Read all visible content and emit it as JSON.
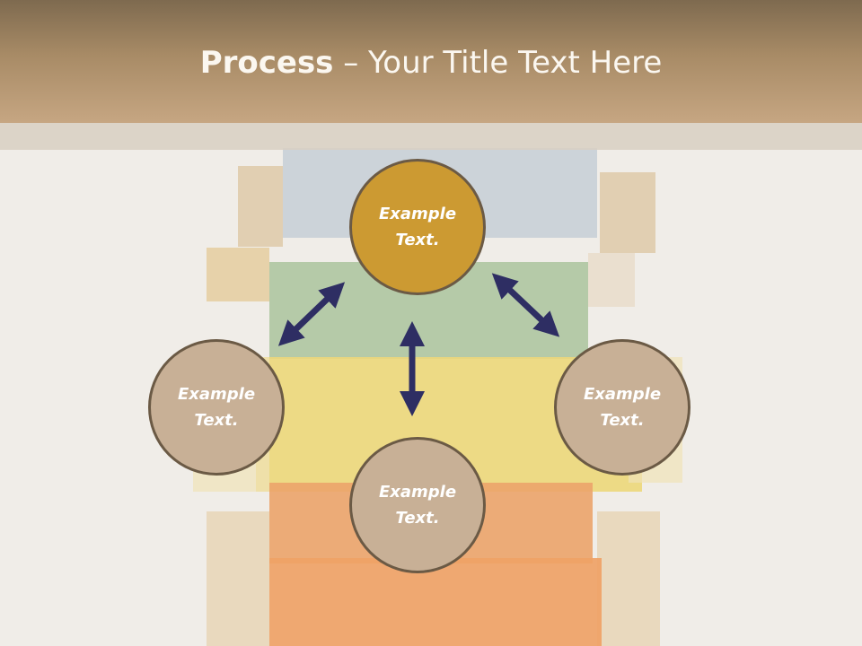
{
  "title": {
    "bold": "Process",
    "rest": " – Your Title Text Here"
  },
  "nodes": {
    "top": "Example\nText.",
    "left": "Example\nText.",
    "right": "Example\nText.",
    "bottom": "Example\nText."
  },
  "colors": {
    "header": "#a88b66",
    "accent_circle": "#cc9a32",
    "circle": "#c8b096",
    "circle_border": "#6b5a45",
    "arrow": "#2e2e63"
  },
  "icons": [
    "double-arrow-icon"
  ]
}
